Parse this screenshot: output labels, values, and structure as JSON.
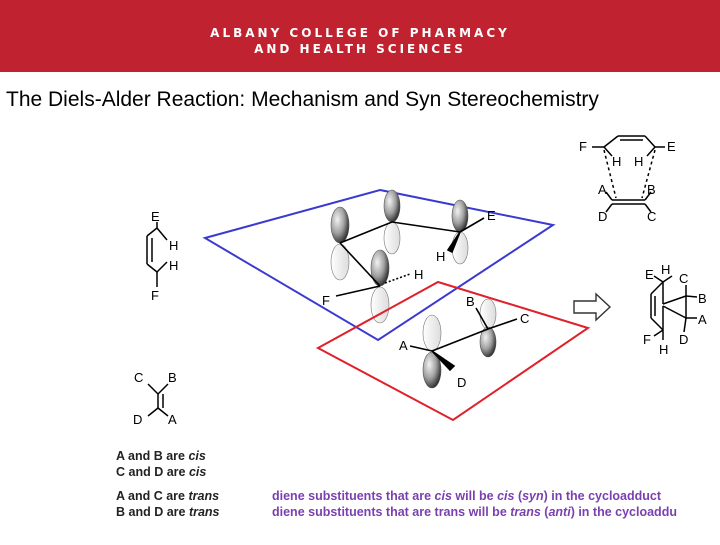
{
  "header": {
    "line1": "ALBANY COLLEGE OF PHARMACY",
    "line2": "AND HEALTH SCIENCES",
    "color": "#c0232f"
  },
  "title": "The Diels-Alder Reaction: Mechanism and Syn Stereochemistry",
  "diene_labels": {
    "e": "E",
    "h1": "H",
    "h2": "H",
    "f": "F"
  },
  "dienophile_labels": {
    "c": "C",
    "b": "B",
    "d": "D",
    "a": "A"
  },
  "orbital_labels": {
    "e": "E",
    "h_top": "H",
    "h_mid": "H",
    "f": "F",
    "b": "B",
    "c": "C",
    "a": "A",
    "d": "D"
  },
  "ts_labels": {
    "f": "F",
    "e": "E",
    "h1": "H",
    "h2": "H",
    "a": "A",
    "b": "B",
    "d": "D",
    "c": "C"
  },
  "product_labels": {
    "e": "E",
    "h_top": "H",
    "c": "C",
    "b": "B",
    "a": "A",
    "f": "F",
    "d": "D",
    "h_bot": "H"
  },
  "rules": {
    "r1_pre": "A and B are ",
    "r1_em": "cis",
    "r2_pre": "C and D are ",
    "r2_em": "cis",
    "r3_pre": "A and C are ",
    "r3_em": "trans",
    "r4_pre": "B and D are ",
    "r4_em": "trans"
  },
  "notes": {
    "n1_a": "diene substituents that are ",
    "n1_b": "cis",
    "n1_c": " will be ",
    "n1_d": "cis",
    "n1_e": " (",
    "n1_f": "syn",
    "n1_g": ") in the cycloadduct",
    "n2_a": "diene substituents that are trans will be ",
    "n2_b": "trans",
    "n2_c": " (",
    "n2_d": "anti",
    "n2_e": ") in the cycloaddu"
  },
  "colors": {
    "blue_plane": "#3a3ad0",
    "red_plane": "#e0202a",
    "note_text": "#7a3fb0"
  },
  "icons": {
    "arrow": "reaction-arrow-icon"
  }
}
